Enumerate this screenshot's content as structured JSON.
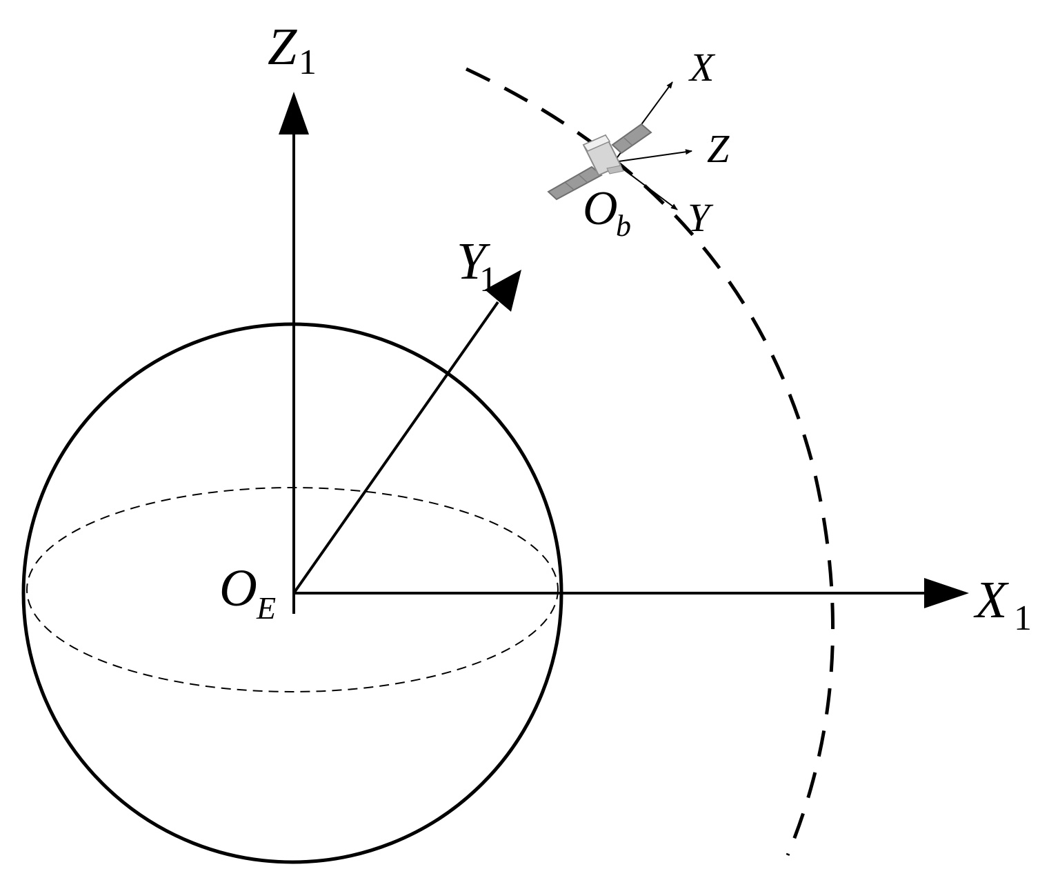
{
  "labels": {
    "z1": {
      "main": "Z",
      "sub": "1"
    },
    "y1": {
      "main": "Y",
      "sub": "1"
    },
    "x1": {
      "main": "X",
      "sub": "1"
    },
    "origin_earth": {
      "main": "O",
      "sub": "E"
    },
    "origin_body": {
      "main": "O",
      "sub": "b"
    },
    "body_x": "X",
    "body_y": "Y",
    "body_z": "Z"
  },
  "colors": {
    "ink": "#000000",
    "panel": "#9a9a9a",
    "panel_dark": "#6f6f6f",
    "bus": "#d6d6d6"
  }
}
